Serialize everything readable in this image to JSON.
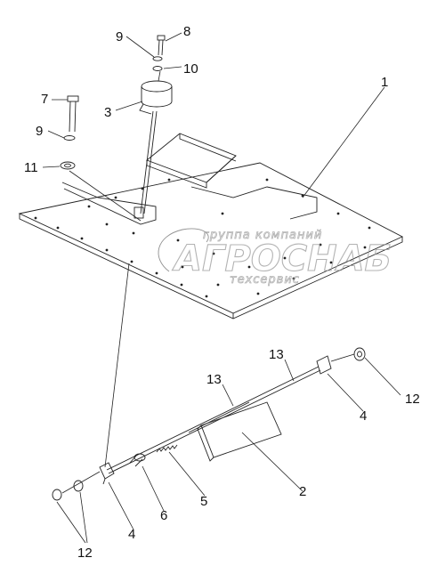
{
  "watermark": {
    "line1": "группа компаний",
    "line2": "АГРОСНАБ",
    "line3": "техсервис"
  },
  "callouts": [
    {
      "id": "c1",
      "text": "1"
    },
    {
      "id": "c2",
      "text": "2"
    },
    {
      "id": "c3",
      "text": "3"
    },
    {
      "id": "c4a",
      "text": "4"
    },
    {
      "id": "c4b",
      "text": "4"
    },
    {
      "id": "c5",
      "text": "5"
    },
    {
      "id": "c6",
      "text": "6"
    },
    {
      "id": "c7",
      "text": "7"
    },
    {
      "id": "c8",
      "text": "8"
    },
    {
      "id": "c9a",
      "text": "9"
    },
    {
      "id": "c9b",
      "text": "9"
    },
    {
      "id": "c10",
      "text": "10"
    },
    {
      "id": "c11",
      "text": "11"
    },
    {
      "id": "c12a",
      "text": "12"
    },
    {
      "id": "c12b",
      "text": "12"
    },
    {
      "id": "c13a",
      "text": "13"
    },
    {
      "id": "c13b",
      "text": "13"
    }
  ]
}
